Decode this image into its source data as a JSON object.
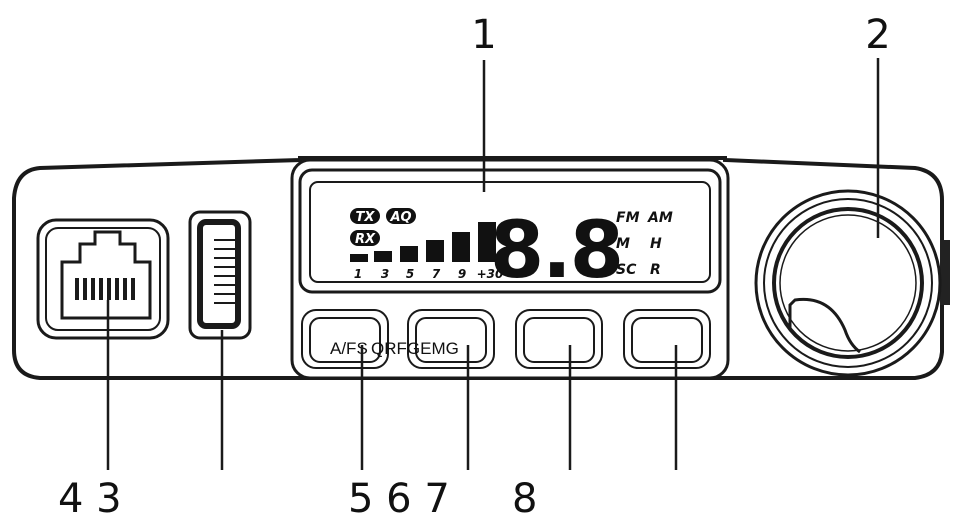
{
  "callouts": {
    "top_left": "1",
    "top_right": "2",
    "bottom_a": "4 3",
    "bottom_b": "5 6 7",
    "bottom_c": "8"
  },
  "lcd": {
    "tx": "TX",
    "aq": "AQ",
    "rx": "RX",
    "scale": [
      "1",
      "3",
      "5",
      "7",
      "9",
      "+30"
    ],
    "digits": "8.8",
    "modes_left": [
      "FM",
      "M",
      "SC"
    ],
    "modes_right": [
      "AM",
      "H",
      "R"
    ]
  },
  "buttons": {
    "button_1_label": "A/FS",
    "button_2_label": "QRFGEMG"
  }
}
